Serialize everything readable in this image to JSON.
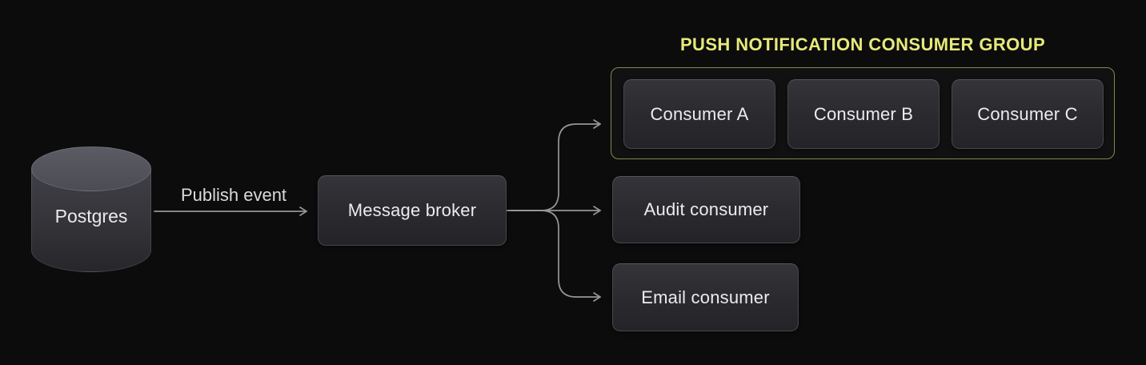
{
  "diagram": {
    "title": "PUSH NOTIFICATION CONSUMER GROUP",
    "nodes": {
      "postgres": {
        "label": "Postgres",
        "shape": "database-cylinder"
      },
      "message_broker": {
        "label": "Message broker",
        "shape": "rounded-rect"
      },
      "consumer_a": {
        "label": "Consumer A",
        "shape": "rounded-rect"
      },
      "consumer_b": {
        "label": "Consumer B",
        "shape": "rounded-rect"
      },
      "consumer_c": {
        "label": "Consumer C",
        "shape": "rounded-rect"
      },
      "audit_consumer": {
        "label": "Audit consumer",
        "shape": "rounded-rect"
      },
      "email_consumer": {
        "label": "Email consumer",
        "shape": "rounded-rect"
      }
    },
    "group": {
      "title": "PUSH NOTIFICATION CONSUMER GROUP",
      "members": [
        "Consumer A",
        "Consumer B",
        "Consumer C"
      ],
      "border_color": "#85864b",
      "title_color": "#e7e97a"
    },
    "edges": [
      {
        "from": "postgres",
        "to": "message_broker",
        "label": "Publish event"
      },
      {
        "from": "message_broker",
        "to": "push_notification_consumer_group",
        "label": ""
      },
      {
        "from": "message_broker",
        "to": "audit_consumer",
        "label": ""
      },
      {
        "from": "message_broker",
        "to": "email_consumer",
        "label": ""
      }
    ],
    "colors": {
      "background": "#0c0c0d",
      "edge_line": "#96969a",
      "node_fill": "#2c2c31",
      "node_border": "#46464c",
      "node_text": "#ececee",
      "group_border": "#85864b",
      "group_title": "#e7e97a"
    }
  }
}
